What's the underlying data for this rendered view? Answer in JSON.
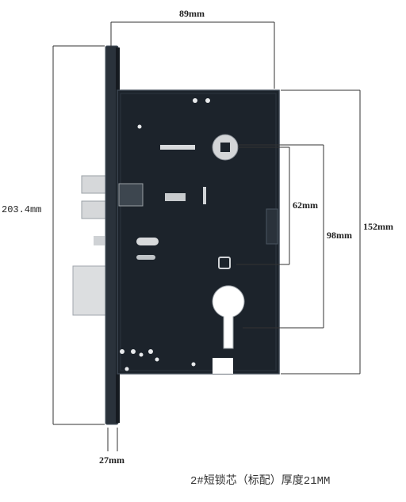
{
  "dimensions": {
    "width_top": "89mm",
    "height_left": "203.4mm",
    "spacing_62": "62mm",
    "spacing_98": "98mm",
    "height_right": "152mm",
    "width_bottom": "27mm"
  },
  "caption": "2#短锁芯（标配）厚度21MM",
  "colors": {
    "lock_body": "#1c232b",
    "lock_edge": "#3b4550",
    "metal": "#d9dbdd",
    "line": "#333333"
  }
}
